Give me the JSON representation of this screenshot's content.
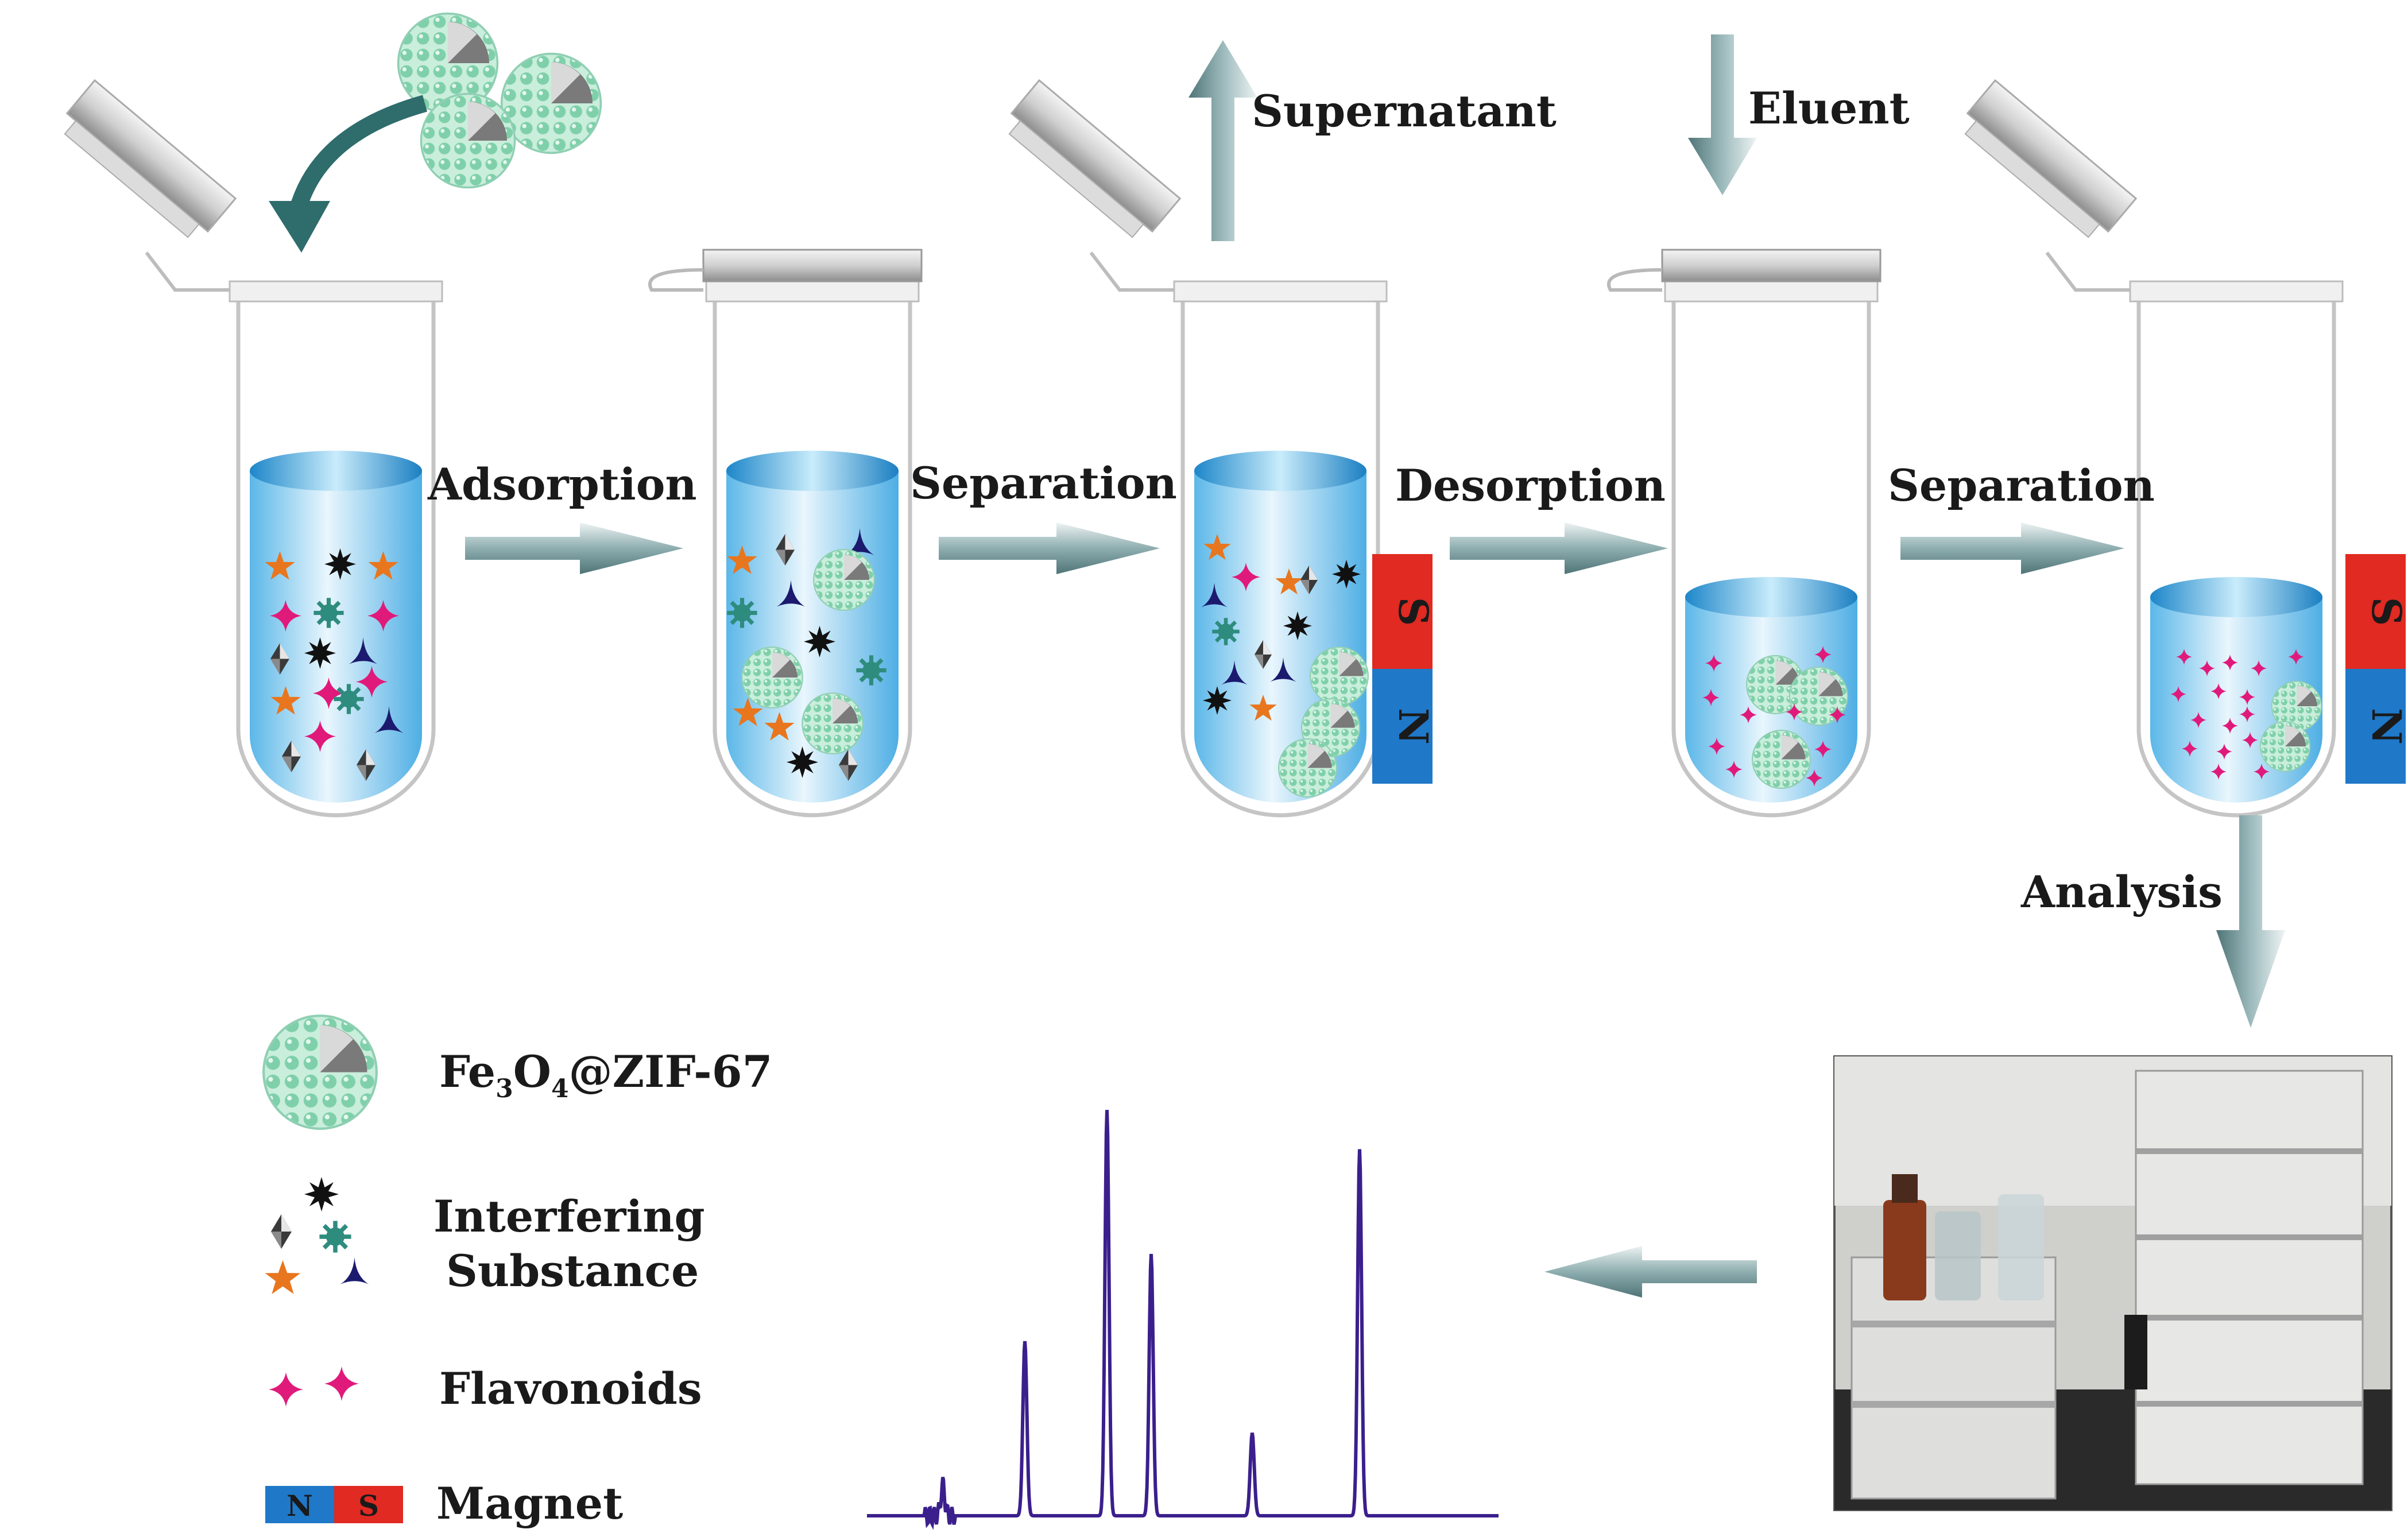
{
  "steps": {
    "adsorption": "Adsorption",
    "separation1": "Separation",
    "desorption": "Desorption",
    "separation2": "Separation",
    "analysis": "Analysis"
  },
  "flows": {
    "supernatant": "Supernatant",
    "eluent": "Eluent"
  },
  "magnet": {
    "north": "N",
    "south": "S",
    "north_color": "#1f78c8",
    "south_color": "#e02a22"
  },
  "legend": {
    "material": {
      "prefix": "Fe",
      "sub1": "3",
      "mid": "O",
      "sub2": "4",
      "suffix": "@ZIF-67"
    },
    "interfering_line1": "Interfering",
    "interfering_line2": "Substance",
    "flavonoids": "Flavonoids",
    "magnet": "Magnet"
  },
  "colors": {
    "liquid": "#9fd3f0",
    "particle": "#a6dcc6",
    "star_orange": "#e8761e",
    "flavonoid": "#e01a7a",
    "tri_navy": "#1b1a6e",
    "chromatogram": "#3b1f8c",
    "arrow": "#7d9fa3"
  },
  "icons": [
    "beaker-icon",
    "arrow-right-icon",
    "arrow-up-icon",
    "arrow-down-icon",
    "hplc-instrument-photo"
  ],
  "chromatogram_peaks": [
    {
      "t": 0.12,
      "h": 0.07
    },
    {
      "t": 0.25,
      "h": 0.4
    },
    {
      "t": 0.38,
      "h": 0.93
    },
    {
      "t": 0.45,
      "h": 0.6
    },
    {
      "t": 0.61,
      "h": 0.19
    },
    {
      "t": 0.78,
      "h": 0.84
    }
  ]
}
